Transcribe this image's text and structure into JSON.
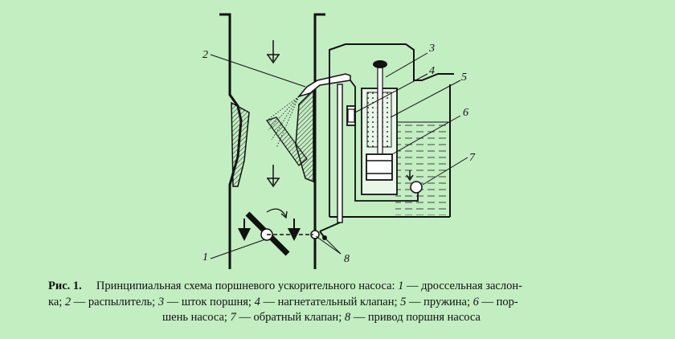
{
  "labels": [
    "1",
    "2",
    "3",
    "4",
    "5",
    "6",
    "7",
    "8"
  ],
  "caption": {
    "fig_label": "Рис. 1.",
    "title": "Принципиальная схема поршневого ускорительного насоса:",
    "items": [
      {
        "num": "1",
        "text": "— дроссельная заслон-"
      },
      {
        "num": "",
        "text": "ка;"
      },
      {
        "num": "2",
        "text": "— распылитель;"
      },
      {
        "num": "3",
        "text": "— шток поршня;"
      },
      {
        "num": "4",
        "text": "— нагнетательный клапан;"
      },
      {
        "num": "5",
        "text": "— пружина;"
      },
      {
        "num": "6",
        "text": "— пор-"
      },
      {
        "num": "",
        "text": "шень насоса;"
      },
      {
        "num": "7",
        "text": "— обратный клапан;"
      },
      {
        "num": "8",
        "text": "— привод поршня насоса"
      }
    ]
  }
}
